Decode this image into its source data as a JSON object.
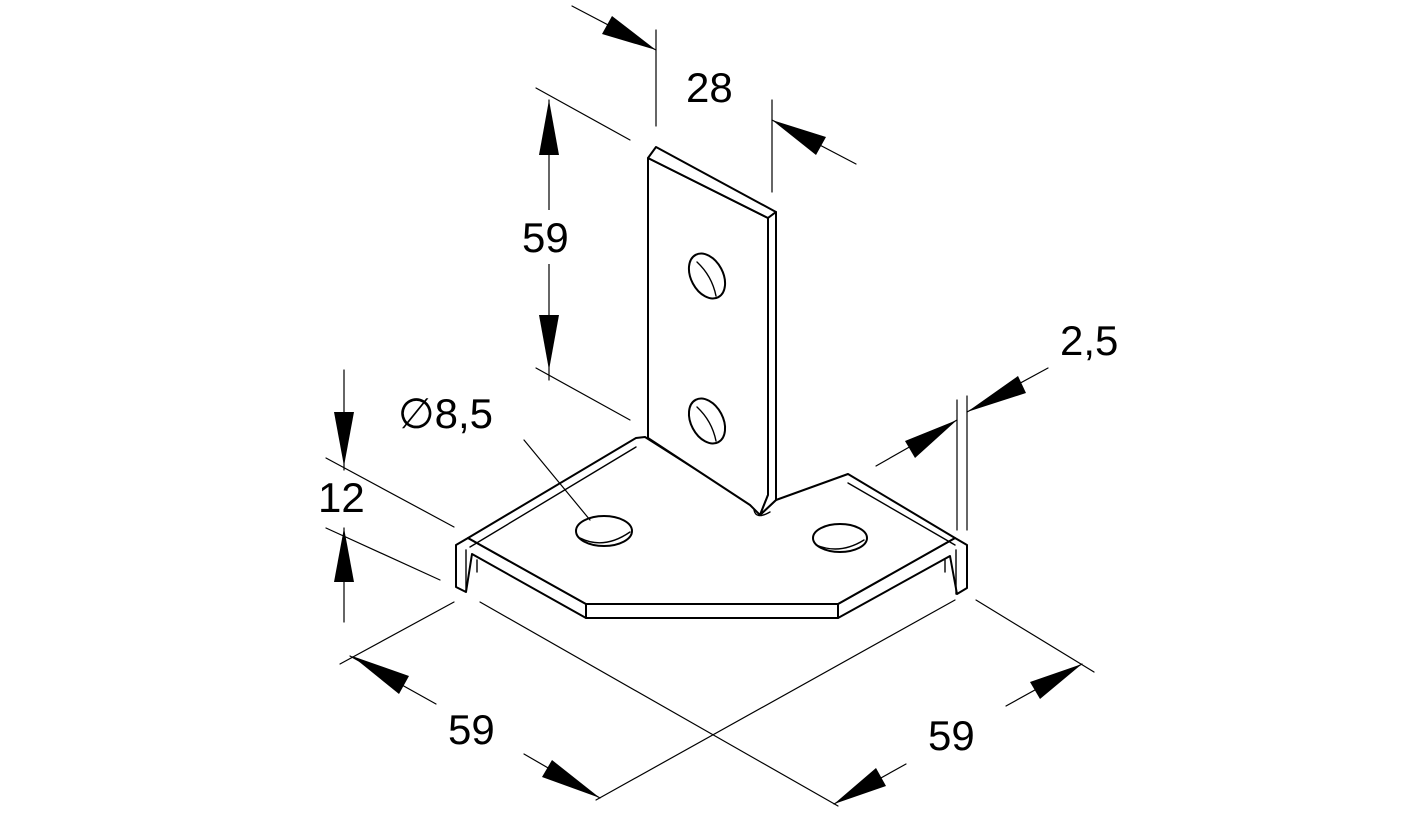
{
  "dimensions": {
    "upright_width": "28",
    "upright_height": "59",
    "hole_diameter": "∅8,5",
    "material_thickness": "2,5",
    "flange_height": "12",
    "base_length_left": "59",
    "base_length_right": "59"
  },
  "colors": {
    "line": "#000000",
    "background": "#ffffff"
  }
}
